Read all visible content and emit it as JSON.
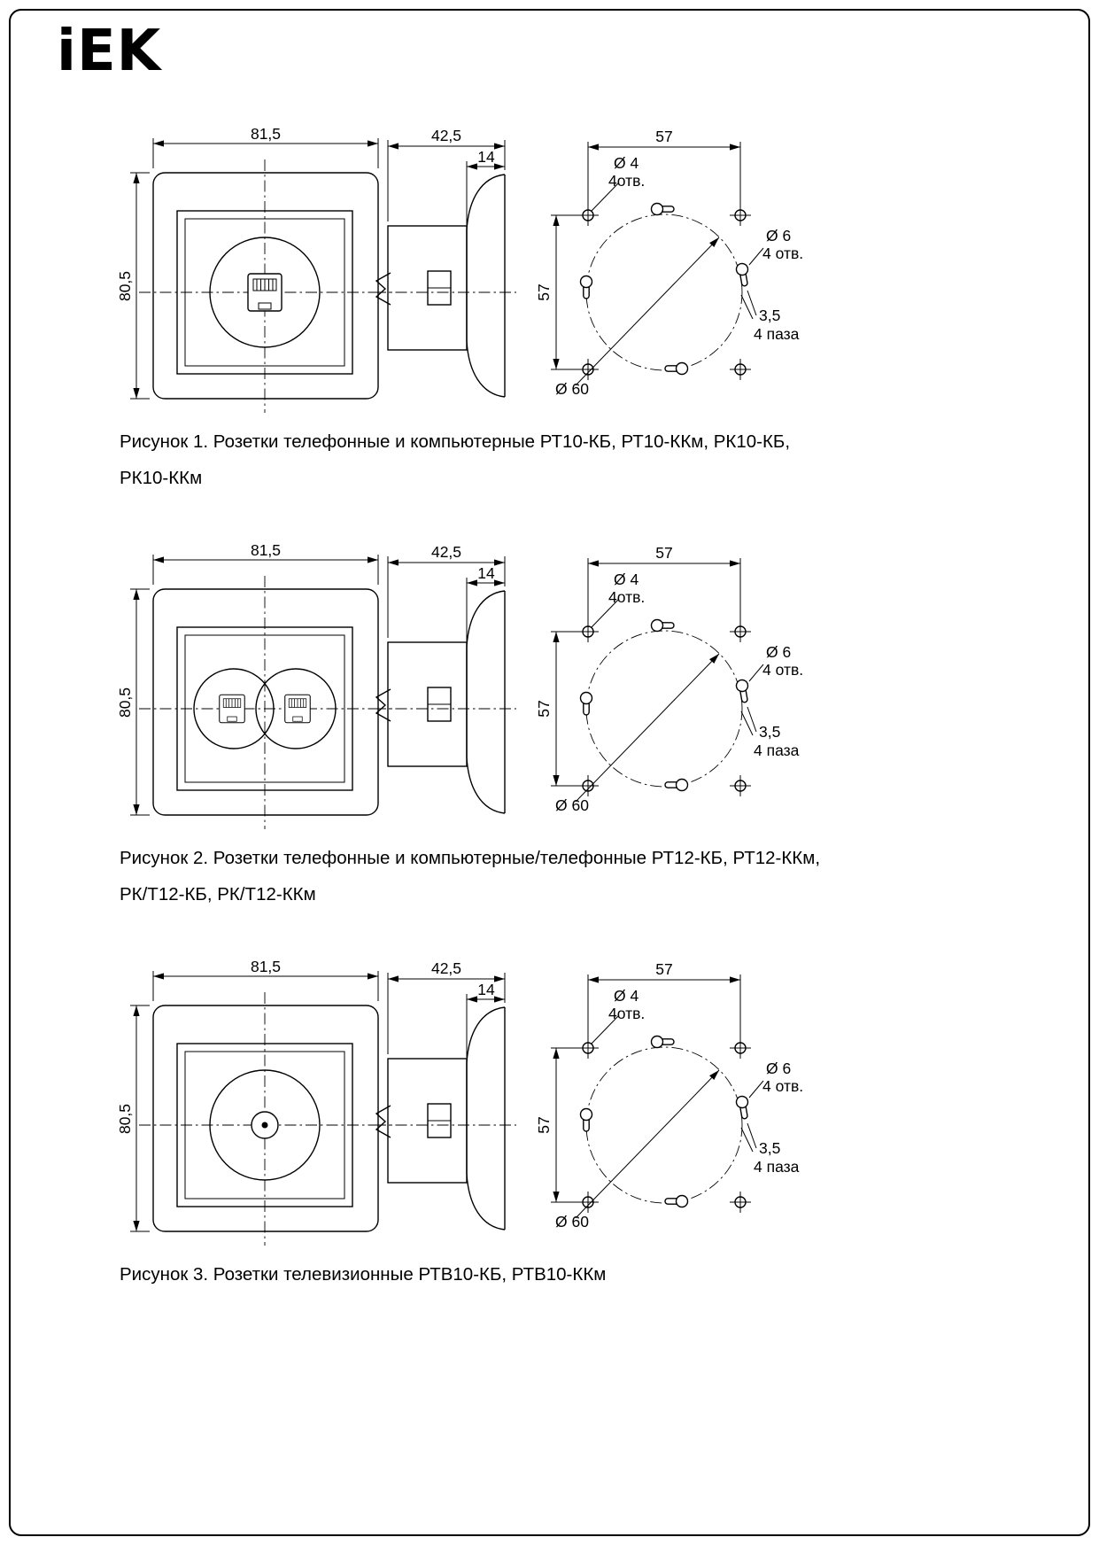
{
  "logo_text": "iEK",
  "dims": {
    "front_width": "81,5",
    "front_height": "80,5",
    "side_depth": "42,5",
    "side_flange": "14",
    "mount_width": "57",
    "mount_height": "57",
    "hole_small_dia": "Ø 4",
    "hole_small_count": "4отв.",
    "hole_big_dia": "Ø 6",
    "hole_big_count": "4 отв.",
    "slot_width": "3,5",
    "slot_count": "4 паза",
    "mount_circle_dia": "Ø 60"
  },
  "figures": [
    {
      "caption": "Рисунок 1. Розетки телефонные и компьютерные РТ10-КБ, РТ10-ККм, РК10-КБ, РК10-ККм"
    },
    {
      "caption": "Рисунок 2. Розетки телефонные и компьютерные/телефонные РТ12-КБ, РТ12-ККм, РК/Т12-КБ, РК/Т12-ККм"
    },
    {
      "caption": "Рисунок 3. Розетки телевизионные РТВ10-КБ, РТВ10-ККм"
    }
  ]
}
